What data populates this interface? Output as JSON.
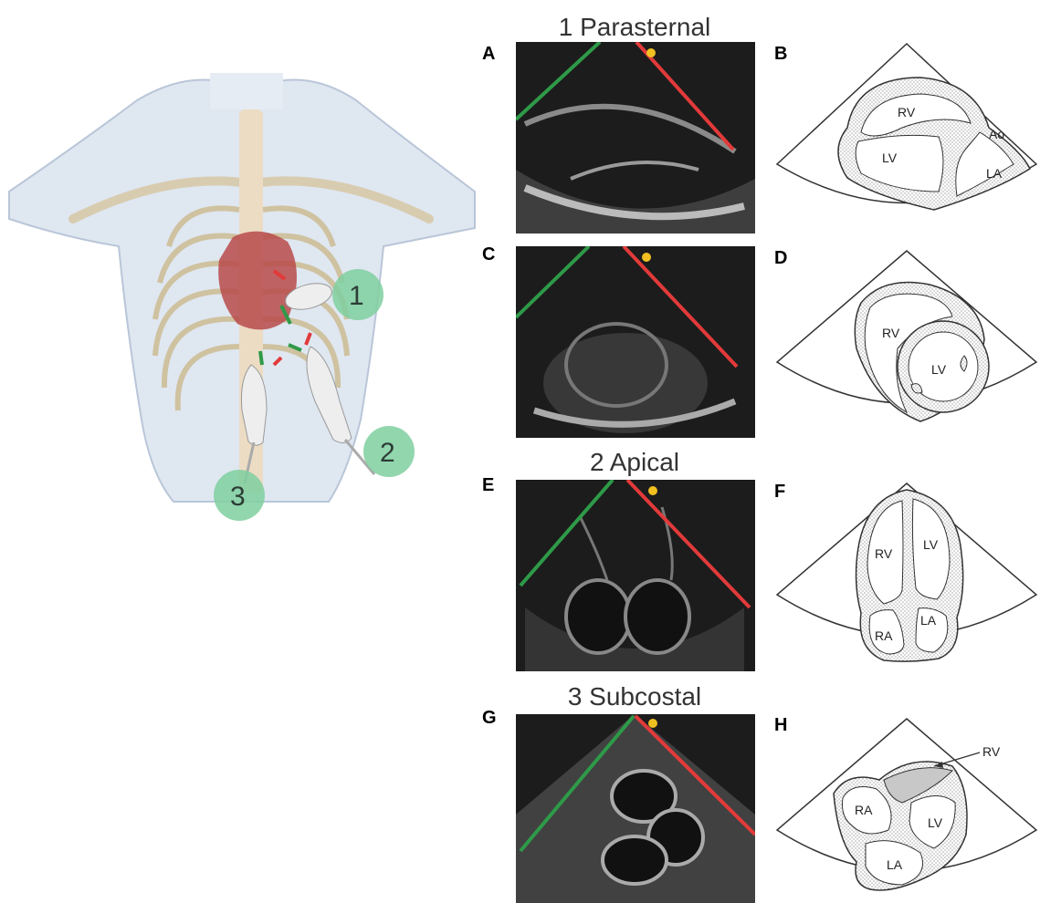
{
  "colors": {
    "green_line": "#2e9a48",
    "red_line": "#e23a3a",
    "probe_marker": "#7fcf9f",
    "orientation_dot": "#f0c020"
  },
  "sections": {
    "parasternal": "1 Parasternal",
    "apical": "2 Apical",
    "subcostal": "3 Subcostal"
  },
  "probes": [
    "1",
    "2",
    "3"
  ],
  "panels": {
    "a": {
      "letter": "A"
    },
    "b": {
      "letter": "B",
      "labels": {
        "rv": "RV",
        "lv": "LV",
        "ao": "Ao",
        "la": "LA"
      }
    },
    "c": {
      "letter": "C"
    },
    "d": {
      "letter": "D",
      "labels": {
        "rv": "RV",
        "lv": "LV"
      }
    },
    "e": {
      "letter": "E"
    },
    "f": {
      "letter": "F",
      "labels": {
        "rv": "RV",
        "lv": "LV",
        "ra": "RA",
        "la": "LA"
      }
    },
    "g": {
      "letter": "G"
    },
    "h": {
      "letter": "H",
      "labels": {
        "rv": "RV",
        "ra": "RA",
        "lv": "LV",
        "la": "LA"
      }
    }
  }
}
